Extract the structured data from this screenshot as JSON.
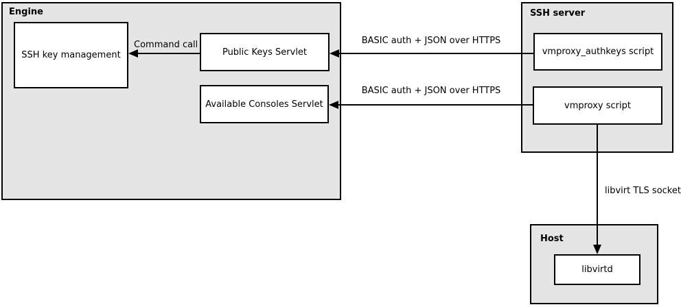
{
  "diagram_type": "architecture-diagram",
  "containers": [
    {
      "id": "engine",
      "label": "Engine"
    },
    {
      "id": "ssh-server",
      "label": "SSH server"
    },
    {
      "id": "host",
      "label": "Host"
    }
  ],
  "nodes": [
    {
      "id": "ssh-key-management",
      "label": "SSH key management",
      "parent": "engine"
    },
    {
      "id": "public-keys-servlet",
      "label": "Public Keys Servlet",
      "parent": "engine"
    },
    {
      "id": "available-consoles-servlet",
      "label": "Available Consoles Servlet",
      "parent": "engine"
    },
    {
      "id": "vmproxy-authkeys-script",
      "label": "vmproxy_authkeys script",
      "parent": "ssh-server"
    },
    {
      "id": "vmproxy-script",
      "label": "vmproxy script",
      "parent": "ssh-server"
    },
    {
      "id": "libvirtd",
      "label": "libvirtd",
      "parent": "host"
    }
  ],
  "edges": [
    {
      "id": "command-call",
      "label": "Command call",
      "from": "public-keys-servlet",
      "to": "ssh-key-management",
      "direction": "left"
    },
    {
      "id": "basic-auth-public-keys",
      "label": "BASIC auth + JSON over HTTPS",
      "from": "vmproxy-authkeys-script",
      "to": "public-keys-servlet",
      "direction": "left"
    },
    {
      "id": "basic-auth-consoles",
      "label": "BASIC auth + JSON over HTTPS",
      "from": "vmproxy-script",
      "to": "available-consoles-servlet",
      "direction": "left"
    },
    {
      "id": "libvirt-tls",
      "label": "libvirt TLS socket",
      "from": "vmproxy-script",
      "to": "libvirtd",
      "direction": "down"
    }
  ],
  "colors": {
    "container_fill": "#e5e5e5",
    "node_fill": "#ffffff",
    "border": "#000000",
    "text": "#000000"
  }
}
